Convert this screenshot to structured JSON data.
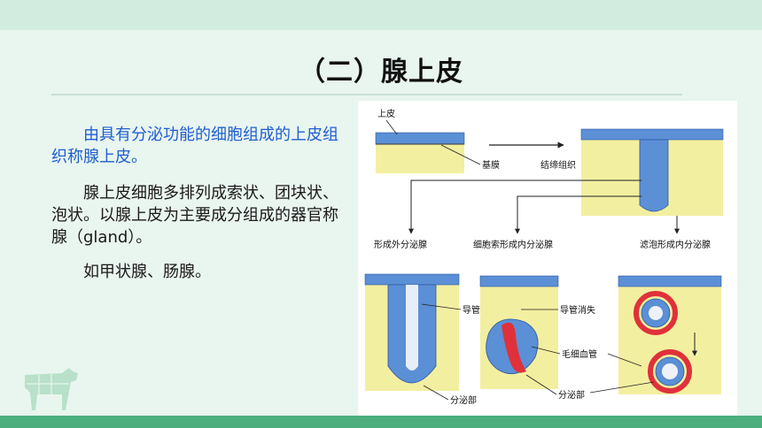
{
  "slide": {
    "title": "（二）腺上皮",
    "paragraphs": [
      "由具有分泌功能的细胞组成的上皮组织称腺上皮。",
      "腺上皮细胞多排列成索状、团块状、泡状。以腺上皮为主要成分组成的器官称腺（gland）。",
      "如甲状腺、肠腺。"
    ]
  },
  "figure": {
    "labels": {
      "epithelium": "上皮",
      "basement_membrane": "基膜",
      "connective_tissue": "结缔组织",
      "exocrine": "形成外分泌腺",
      "cord_endocrine": "细胞索形成内分泌腺",
      "follicle_endocrine": "滤泡形成内分泌腺",
      "duct": "导管",
      "duct_disappear": "导管消失",
      "capillary": "毛细血管",
      "secretory_part_1": "分泌部",
      "secretory_part_2": "分泌部"
    }
  },
  "colors": {
    "accent_green": "#4cae7d",
    "text_blue": "#1f5fd0",
    "epithelium_blue": "#5b8fd6",
    "connective_yellow": "#f3efa0",
    "vessel_red": "#e0313a"
  }
}
